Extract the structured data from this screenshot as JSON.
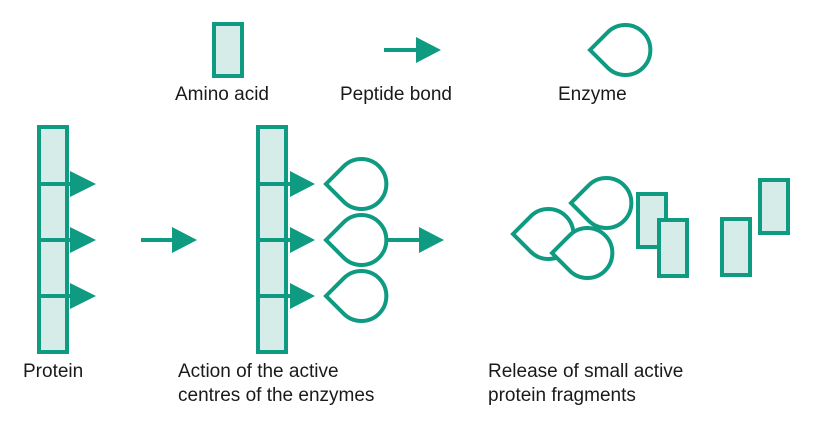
{
  "legend": {
    "amino_acid": "Amino acid",
    "peptide_bond": "Peptide bond",
    "enzyme": "Enzyme"
  },
  "captions": {
    "protein": "Protein",
    "action_line1": "Action of the active",
    "action_line2": "centres of the enzymes",
    "release_line1": "Release of small active",
    "release_line2": "protein fragments"
  },
  "icons": [
    "amino-acid-block-icon",
    "peptide-bond-arrow-icon",
    "enzyme-pacman-icon",
    "process-arrow-icon"
  ],
  "colors": {
    "stroke": "#0e9b82",
    "fill": "#d6ece8",
    "text": "#1a1a1a",
    "background": "#ffffff"
  }
}
